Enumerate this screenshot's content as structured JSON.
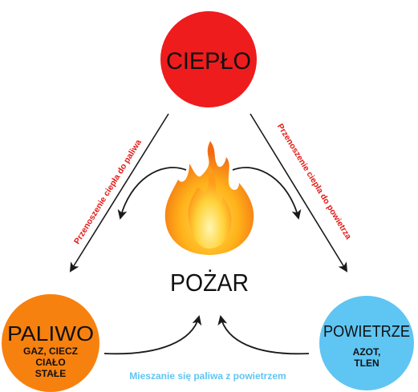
{
  "colors": {
    "heat": "#ee1c1c",
    "fuel": "#f7810f",
    "air": "#5fc5f3",
    "heat_transfer_text": "#e41b17",
    "mixing_text": "#5fc5f3",
    "arrow": "#1a1a1a"
  },
  "icon": "flame-icon",
  "center": {
    "label": "POŻAR"
  },
  "nodes": {
    "heat": {
      "title": "CIEPŁO"
    },
    "fuel": {
      "title": "PALIWO",
      "sub1": "GAZ, CIECZ",
      "sub2": "CIAŁO",
      "sub3": "STAŁE"
    },
    "air": {
      "title": "POWIETRZE",
      "sub1": "AZOT,",
      "sub2": "TLEN"
    }
  },
  "edges": {
    "heat_to_fuel": "Przenoszenie ciepła do paliwa",
    "heat_to_air": "Przenoszenie ciepła do powietrza",
    "fuel_air_mixing": "Mieszanie się paliwa z powietrzem"
  }
}
